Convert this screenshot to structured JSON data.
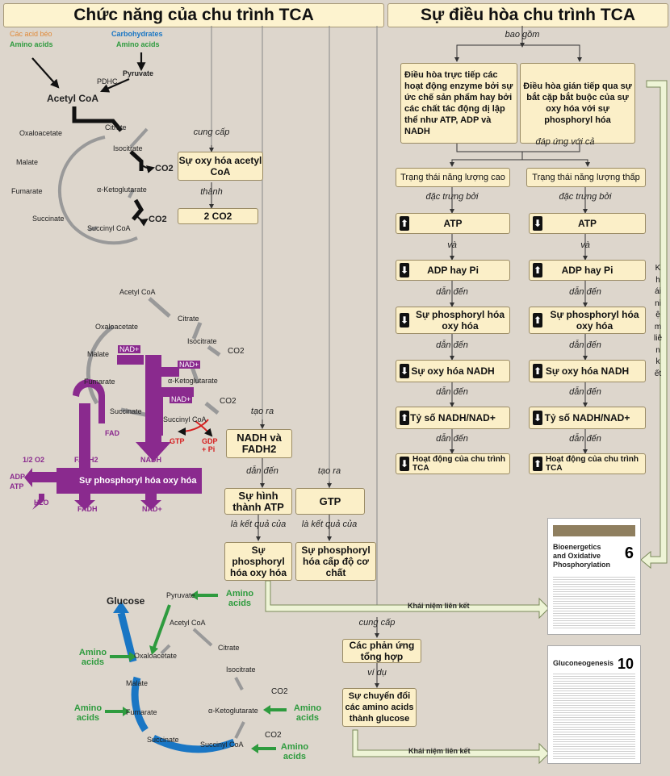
{
  "headers": {
    "left": "Chức năng của chu trình TCA",
    "right": "Sự điều hòa chu trình TCA"
  },
  "colors": {
    "box_fill": "#fbefc8",
    "purple": "#8a2a8e",
    "blue": "#1976c4",
    "green": "#2e9b3e",
    "red": "#d62020",
    "orange": "#e08a3a",
    "panel": "#ddd6cc"
  },
  "cycle_top": {
    "fats": "Các acid béo",
    "carbs": "Carbohydrates",
    "amino_left": "Amino acids",
    "amino_right": "Amino acids",
    "pyruvate": "Pyruvate",
    "pdhc": "PDHC",
    "acetyl": "Acetyl CoA",
    "oxaloacetate": "Oxaloacetate",
    "citrate": "Citrate",
    "isocitrate": "Isocitrate",
    "co2_a": "CO2",
    "malate": "Malate",
    "akg": "α-Ketoglutarate",
    "fumarate": "Fumarate",
    "co2_b": "CO2",
    "succinate": "Succinate",
    "succinyl": "Succinyl CoA"
  },
  "cycle_mid": {
    "acetyl": "Acetyl CoA",
    "citrate": "Citrate",
    "oxaloacetate": "Oxaloacetate",
    "isocitrate": "Isocitrate",
    "nad1": "NAD+",
    "nad2": "NAD+",
    "co2_a": "CO2",
    "malate": "Malate",
    "akg": "α-Ketoglutarate",
    "fumarate": "Fumarate",
    "nad3": "NAD+",
    "co2_b": "CO2",
    "succinate": "Succinate",
    "succinyl": "Succinyl CoA",
    "fad": "FAD",
    "gtp": "GTP",
    "gdp": "GDP",
    "pi": "+ Pi",
    "o2": "1/2 O2",
    "fadh2": "FADH2",
    "nadh": "NADH",
    "adp": "ADP",
    "atp": "ATP",
    "h2o": "H2O",
    "fadh2_out": "FADH",
    "nad_out": "NAD+",
    "oxphos": "Sự phosphoryl hóa oxy hóa"
  },
  "cycle_bottom": {
    "glucose": "Glucose",
    "pyruvate": "Pyruvate",
    "amino1": "Amino acids",
    "acetyl": "Acetyl CoA",
    "amino2": "Amino acids",
    "oxaloacetate": "Oxaloacetate",
    "citrate": "Citrate",
    "isocitrate": "Isocitrate",
    "malate": "Malate",
    "co2_a": "CO2",
    "amino3": "Amino acids",
    "fumarate": "Fumarate",
    "akg": "α-Ketoglutarate",
    "amino4": "Amino acids",
    "co2_b": "CO2",
    "succinate": "Succinate",
    "succinyl": "Succinyl CoA",
    "amino5": "Amino acids"
  },
  "flow": {
    "cung_cap": "cung cấp",
    "oxy_acetyl": "Sự oxy hóa acetyl CoA",
    "thanh": "thành",
    "two_co2": "2 CO2",
    "tao_ra": "tạo ra",
    "nadh_fadh2": "NADH và FADH2",
    "dan_den": "dẫn đến",
    "tao_ra2": "tạo ra",
    "atp_form": "Sự hình thành ATP",
    "gtp": "GTP",
    "ket_qua1": "là kết quả của",
    "ket_qua2": "là kết quả của",
    "oxphos": "Sự phosphoryl hóa oxy hóa",
    "substrate": "Sự phosphoryl hóa cấp độ cơ chất",
    "link1": "Khái niệm liên kết",
    "cung_cap2": "cung cấp",
    "synthesis": "Các phản ứng tổng hợp",
    "vi_du": "ví dụ",
    "conversion": "Sự chuyển đổi các amino acids thành glucose",
    "link2": "Khái niệm liên kết"
  },
  "regulation": {
    "bao_gom": "bao gồm",
    "direct": "Điều hòa trực tiếp các hoạt động enzyme bởi sự ức chế sản phẩm hay bởi các chất tác động dị lập thể như ATP, ADP và NADH",
    "indirect": "Điều hòa gián tiếp qua sự bắt cặp bắt buộc của sự oxy hóa với sự phosphoryl hóa",
    "dap_ung": "đáp ứng với cả",
    "high": "Trạng thái năng lượng cao",
    "low": "Trạng thái năng lượng thấp",
    "dac_trung_1": "đặc trưng bởi",
    "dac_trung_2": "đặc trưng bởi",
    "va_1": "và",
    "va_2": "và",
    "dan_den": "dẫn đến",
    "left": [
      {
        "arrow": "⬆",
        "text": "ATP"
      },
      {
        "arrow": "⬇",
        "text": "ADP hay Pi"
      },
      {
        "arrow": "⬇",
        "text": "Sự phosphoryl hóa oxy hóa"
      },
      {
        "arrow": "⬇",
        "text": "Sự oxy hóa NADH"
      },
      {
        "arrow": "⬆",
        "text": "Tỷ số NADH/NAD+"
      },
      {
        "arrow": "⬇",
        "text": "Hoạt động của chu trình TCA"
      }
    ],
    "right": [
      {
        "arrow": "⬇",
        "text": "ATP"
      },
      {
        "arrow": "⬆",
        "text": "ADP hay Pi"
      },
      {
        "arrow": "⬆",
        "text": "Sự phosphoryl hóa oxy hóa"
      },
      {
        "arrow": "⬆",
        "text": "Sự oxy hóa NADH"
      },
      {
        "arrow": "⬇",
        "text": "Tỷ số NADH/NAD+"
      },
      {
        "arrow": "⬆",
        "text": "Hoạt động của chu trình TCA"
      }
    ],
    "link_vertical": "Khái niệm liên kết"
  },
  "thumbnails": {
    "ch6_title": "Bioenergetics and Oxidative Phosphorylation",
    "ch6_num": "6",
    "ch10_title": "Gluconeogenesis",
    "ch10_num": "10"
  }
}
